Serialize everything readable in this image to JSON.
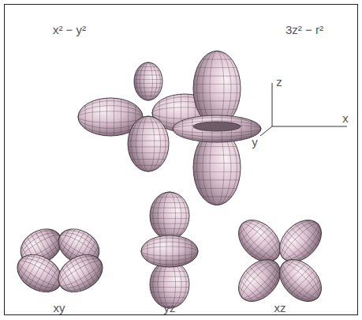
{
  "diagram": {
    "labels": [
      "x² − y²",
      "3z² − r²",
      "z",
      "y",
      "x",
      "xy",
      "yz",
      "xz"
    ]
  }
}
